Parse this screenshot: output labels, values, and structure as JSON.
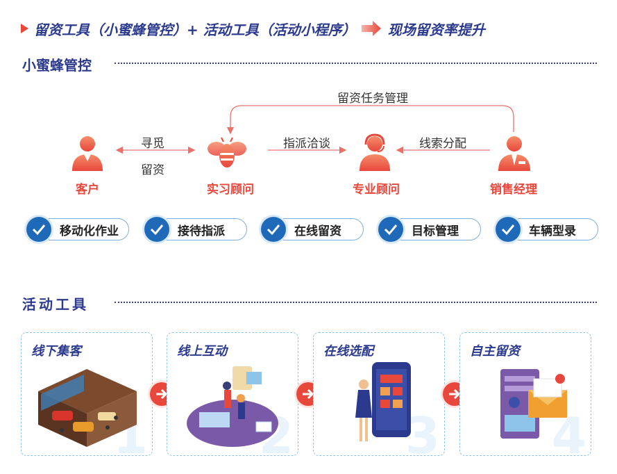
{
  "headline": {
    "part1": "留资工具（小蜜蜂管控）+ 活动工具（活动小程序）",
    "part2": "现场留资率提升"
  },
  "section1": {
    "title": "小蜜蜂管控",
    "top_edge_label": "留资任务管理",
    "nodes": [
      {
        "label": "客户",
        "icon": "customer-person-icon"
      },
      {
        "label": "实习顾问",
        "icon": "bee-icon"
      },
      {
        "label": "专业顾问",
        "icon": "headset-person-icon"
      },
      {
        "label": "销售经理",
        "icon": "manager-person-icon"
      }
    ],
    "edge_labels": {
      "seek": "寻觅",
      "lead": "留资",
      "assign": "指派洽谈",
      "distribute": "线索分配"
    },
    "features": [
      "移动化作业",
      "接待指派",
      "在线留资",
      "目标管理",
      "车辆型录"
    ]
  },
  "section2": {
    "title": "活动工具",
    "steps": [
      {
        "title": "线下集客",
        "num": "1",
        "illustration": "showroom-illustration"
      },
      {
        "title": "线上互动",
        "num": "2",
        "illustration": "online-interaction-illustration"
      },
      {
        "title": "在线选配",
        "num": "3",
        "illustration": "phone-config-illustration"
      },
      {
        "title": "自主留资",
        "num": "4",
        "illustration": "self-register-illustration"
      }
    ]
  },
  "colors": {
    "accent": "#e8473c",
    "brand": "#2b3a8c",
    "feature_blue": "#1e6ab8"
  }
}
